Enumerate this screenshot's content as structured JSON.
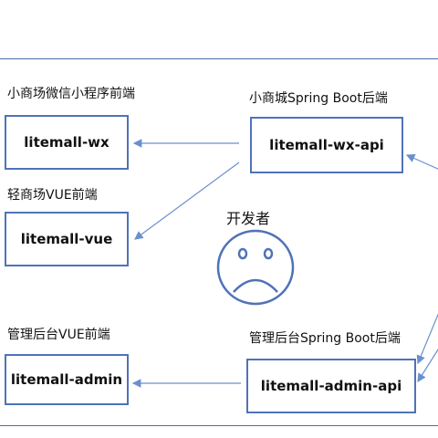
{
  "diagram": {
    "nodes": {
      "wx": {
        "label": "litemall-wx",
        "caption": "小商场微信小程序前端"
      },
      "vue": {
        "label": "litemall-vue",
        "caption": "轻商场VUE前端"
      },
      "admin": {
        "label": "litemall-admin",
        "caption": "管理后台VUE前端"
      },
      "wx_api": {
        "label": "litemall-wx-api",
        "caption": "小商城Spring Boot后端"
      },
      "admin_api": {
        "label": "litemall-admin-api",
        "caption": "管理后台Spring Boot后端"
      }
    },
    "developer": {
      "label": "开发者",
      "icon": "sad-face-icon"
    },
    "edges": [
      {
        "from": "wx_api",
        "to": "wx"
      },
      {
        "from": "wx_api",
        "to": "vue"
      },
      {
        "from": "admin_api",
        "to": "admin"
      }
    ],
    "colors": {
      "box_border": "#4f73b8",
      "arrow": "#6a8fcf",
      "frame": "#4a6fa5"
    }
  }
}
